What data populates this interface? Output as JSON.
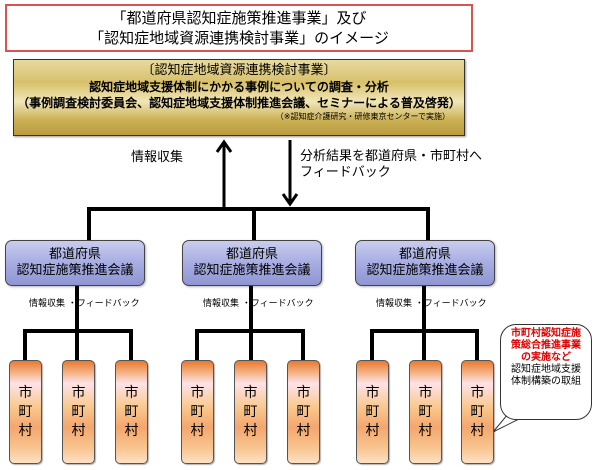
{
  "title": {
    "line1": "「都道府県認知症施策推進事業」及び",
    "line2": "「認知症地域資源連携検討事業」のイメージ"
  },
  "central_project": {
    "heading": "〔認知症地域資源連携検討事業〕",
    "line1": "認知症地域支援体制にかかる事例についての調査・分析",
    "line2": "（事例調査検討委員会、認知症地域支援体制推進会議、セミナーによる普及啓発）",
    "note": "（※認知症介護研究・研修東京センターで実施）"
  },
  "arrows": {
    "up_label": "情報収集",
    "down_label_line1": "分析結果を都道府県・市町村へ",
    "down_label_line2": "フィードバック"
  },
  "prefectures": [
    {
      "line1": "都道府県",
      "line2": "認知症施策推進会議",
      "feedback": "情報収集 ・フィードバック",
      "municipalities": [
        "市\n町\n村",
        "市\n町\n村",
        "市\n町\n村"
      ]
    },
    {
      "line1": "都道府県",
      "line2": "認知症施策推進会議",
      "feedback": "情報収集 ・フィードバック",
      "municipalities": [
        "市\n町\n村",
        "市\n町\n村",
        "市\n町\n村"
      ]
    },
    {
      "line1": "都道府県",
      "line2": "認知症施策推進会議",
      "feedback": "情報収集 ・フィードバック",
      "municipalities": [
        "市\n町\n村",
        "市\n町\n村",
        "市\n町\n村"
      ]
    }
  ],
  "municipality_label": {
    "c1": "市",
    "c2": "町",
    "c3": "村"
  },
  "callout": {
    "red_line1": "市町村認知症施",
    "red_line2": "策総合推進事業",
    "red_line3": "の実施など",
    "black_line1": "認知症地域支援",
    "black_line2": "体制構築の取組"
  },
  "colors": {
    "title_border": "#d9534f",
    "prefecture_box": "#aab0e3",
    "municipality_box": "#f4a66e",
    "callout_highlight": "#e00000"
  }
}
